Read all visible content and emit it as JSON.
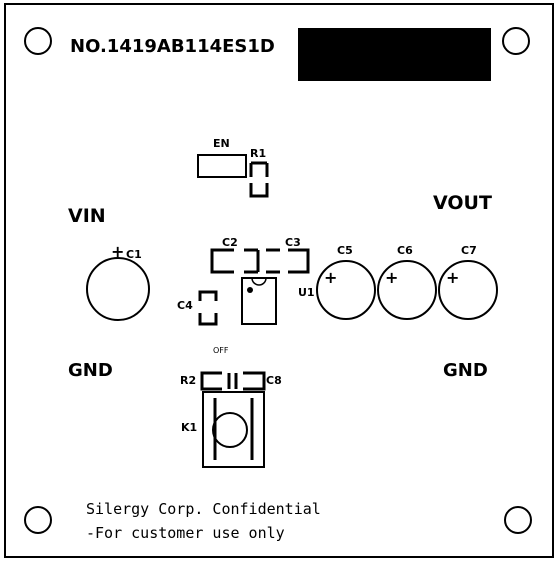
{
  "board": {
    "part_number": "NO.1419AB114ES1D",
    "labels": {
      "vin": "VIN",
      "vout": "VOUT",
      "gnd_left": "GND",
      "gnd_right": "GND",
      "en": "EN",
      "r1": "R1",
      "r2": "R2",
      "c1": "C1",
      "c2": "C2",
      "c3": "C3",
      "c4": "C4",
      "c5": "C5",
      "c6": "C6",
      "c7": "C7",
      "c8": "C8",
      "u1": "U1",
      "k1": "K1",
      "off": "OFF",
      "plus": "+"
    },
    "footer": {
      "line1": "Silergy Corp. Confidential",
      "line2": "-For customer use only"
    }
  }
}
